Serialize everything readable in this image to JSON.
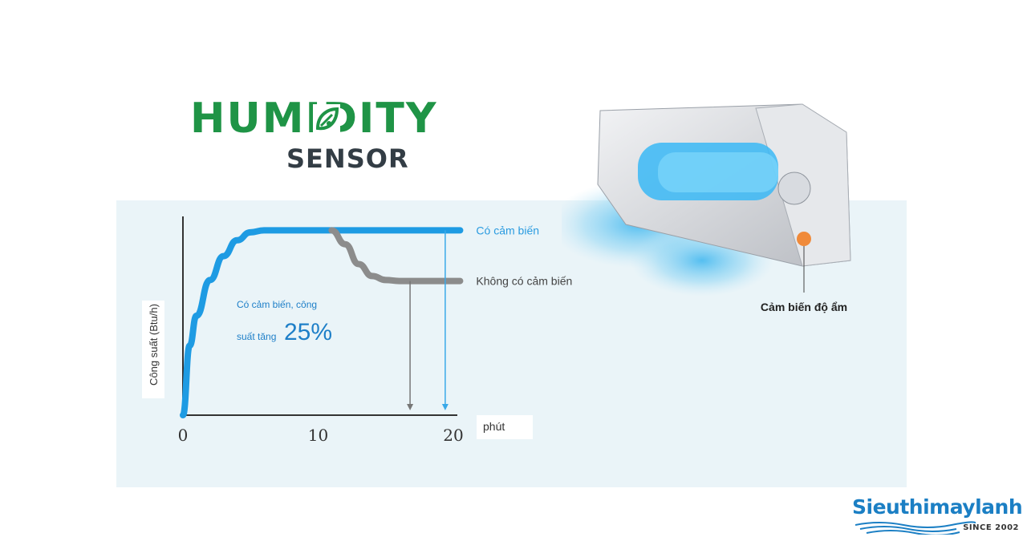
{
  "brand": {
    "title_main": "HUMIDITY",
    "title_sub": "SENSOR",
    "accent_color": "#1f9446",
    "sub_color": "#333d45"
  },
  "chart_data": {
    "type": "line",
    "ylabel": "Công suất (Btu/h)",
    "xlabel": "phút",
    "x_ticks": [
      "0",
      "10",
      "20"
    ],
    "xlim": [
      0,
      20
    ],
    "ylim": [
      0,
      100
    ],
    "grid": false,
    "series": [
      {
        "name": "Có cảm biến",
        "color": "#1e9be3",
        "x": [
          0,
          0.5,
          1,
          2,
          3,
          4,
          5,
          6,
          8,
          10,
          12,
          14,
          16,
          18,
          20.5
        ],
        "y": [
          0,
          35,
          50,
          68,
          80,
          88,
          92,
          93,
          93,
          93,
          93,
          93,
          93,
          93,
          93
        ]
      },
      {
        "name": "Không có cảm biến",
        "color": "#8c8c8c",
        "x": [
          11,
          12,
          13,
          14,
          15,
          16,
          17,
          18,
          20.5
        ],
        "y": [
          93,
          86,
          76,
          70,
          68,
          67.5,
          67.5,
          67.5,
          67.5
        ]
      }
    ],
    "markers": [
      {
        "x": 16.8,
        "series": "Không có cảm biến",
        "color": "#777777"
      },
      {
        "x": 19.4,
        "series": "Có cảm biến",
        "color": "#3aa9e8"
      }
    ],
    "annotation": {
      "line1": "Có cảm biến, công",
      "line2_prefix": "suất tăng",
      "line2_value": "25%"
    },
    "device_label": "Cảm biến độ ẩm"
  },
  "logo": {
    "name": "Sieuthimaylanh",
    "since": "SINCE 2002"
  }
}
